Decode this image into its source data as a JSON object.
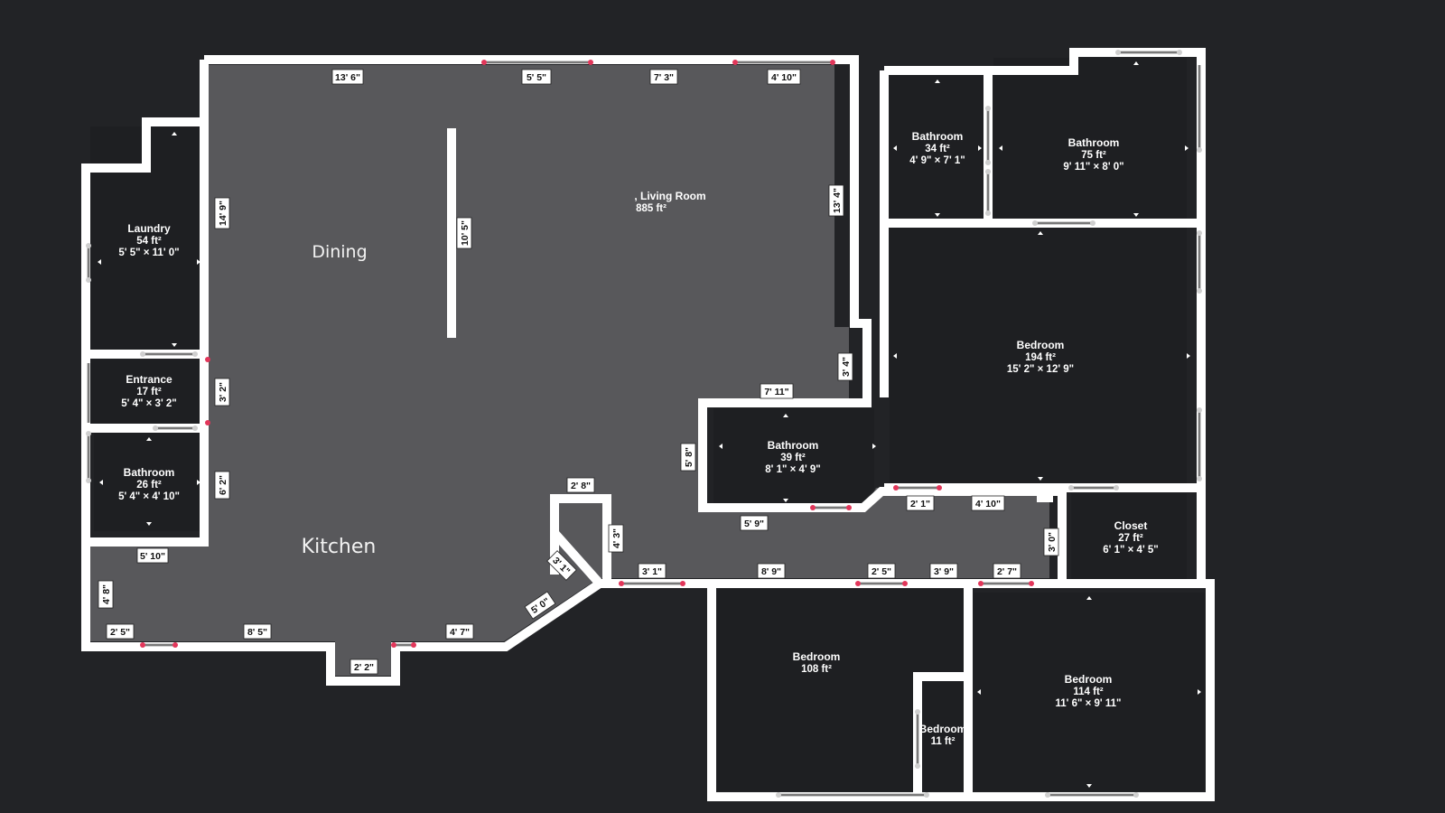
{
  "rooms": {
    "living": {
      "name": ", Living Room",
      "area": "885 ft²"
    },
    "dining": {
      "name": "Dining"
    },
    "kitchen": {
      "name": "Kitchen"
    },
    "laundry": {
      "name": "Laundry",
      "area": "54 ft²",
      "dims": "5' 5\" × 11' 0\""
    },
    "entrance": {
      "name": "Entrance",
      "area": "17 ft²",
      "dims": "5' 4\" × 3' 2\""
    },
    "bathroom_left": {
      "name": "Bathroom",
      "area": "26 ft²",
      "dims": "5' 4\" × 4' 10\""
    },
    "bathroom_center": {
      "name": "Bathroom",
      "area": "39 ft²",
      "dims": "8' 1\" × 4' 9\""
    },
    "bathroom_small": {
      "name": "Bathroom",
      "area": "34 ft²",
      "dims": "4' 9\" × 7' 1\""
    },
    "bathroom_large": {
      "name": "Bathroom",
      "area": "75 ft²",
      "dims": "9' 11\" × 8' 0\""
    },
    "bedroom_main": {
      "name": "Bedroom",
      "area": "194 ft²",
      "dims": "15' 2\" × 12' 9\""
    },
    "closet": {
      "name": "Closet",
      "area": "27 ft²",
      "dims": "6' 1\" × 4' 5\""
    },
    "bedroom_108": {
      "name": "Bedroom",
      "area": "108 ft²"
    },
    "bedroom_11": {
      "name": "Bedroom",
      "area": "11 ft²"
    },
    "bedroom_114": {
      "name": "Bedroom",
      "area": "114 ft²",
      "dims": "11' 6\" × 9' 11\""
    }
  },
  "dimensions": {
    "top_1": "13' 6\"",
    "top_2": "5' 5\"",
    "top_3": "7' 3\"",
    "top_4": "4' 10\"",
    "partition": "10' 5\"",
    "laundry_side": "14' 9\"",
    "right_wall": "13' 4\"",
    "notch": "3' 4\"",
    "bath_top": "7' 11\"",
    "bath_side": "5' 8\"",
    "entrance_side": "3' 2\"",
    "bath_left_side": "6' 2\"",
    "kitchen_top": "5' 10\"",
    "kitchen_side": "4' 8\"",
    "bottom_1": "2' 5\"",
    "bottom_2": "8' 5\"",
    "bottom_3": "4' 7\"",
    "bump": "2' 2\"",
    "diag_1": "5' 0\"",
    "pantry_top": "2' 8\"",
    "pantry_side": "4' 3\"",
    "pantry_diag": "3' 1\"",
    "hall_1": "5' 9\"",
    "hall_2": "2' 1\"",
    "hall_3": "4' 10\"",
    "hall_4": "3' 0\"",
    "hall_b1": "3' 1\"",
    "hall_b2": "8' 9\"",
    "hall_b3": "2' 5\"",
    "hall_b4": "3' 9\"",
    "hall_b5": "2' 7\""
  },
  "colors": {
    "background": "#222326",
    "wall": "#ffffff",
    "open_area": "#58585b",
    "room_fill": "#1e1f22",
    "marker": "#e2365a"
  }
}
